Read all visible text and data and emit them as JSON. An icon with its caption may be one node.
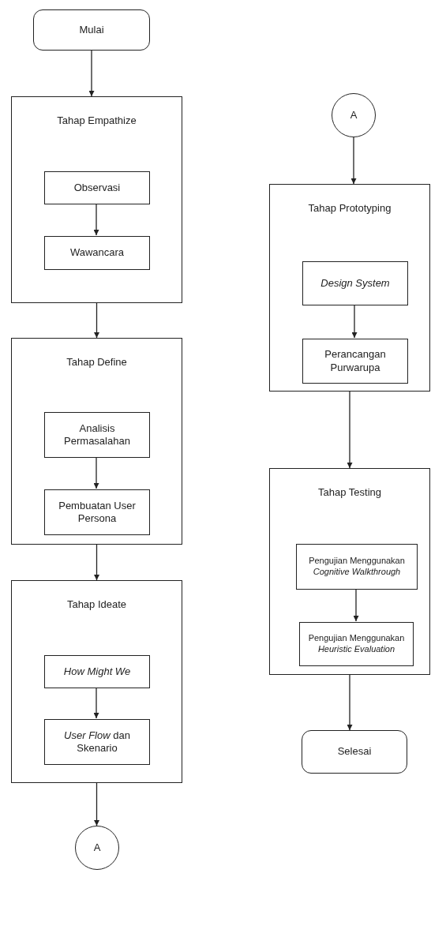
{
  "diagram": {
    "nodes": [
      {
        "text": [
          "Mulai"
        ]
      },
      {
        "text": [
          "Tahap Empathize"
        ]
      },
      {
        "text": [
          "Observasi"
        ],
        "in": 1
      },
      {
        "text": [
          "Wawancara"
        ],
        "in": 1
      },
      {
        "text": [
          "Tahap Define"
        ]
      },
      {
        "text": [
          "Analisis Permasalahan"
        ],
        "in": 4
      },
      {
        "text": [
          "Pembuatan User Persona"
        ],
        "in": 4
      },
      {
        "text": [
          "Tahap Ideate"
        ]
      },
      {
        "text": [
          "How Might We"
        ],
        "in": 7
      },
      {
        "text": [
          "*User Flow* dan Skenario"
        ],
        "in": 7
      },
      {
        "text": [
          "A"
        ]
      },
      {
        "text": [
          "A"
        ]
      },
      {
        "text": [
          "Tahap Prototyping"
        ]
      },
      {
        "text": [
          "Design System"
        ],
        "in": 12
      },
      {
        "text": [
          "Perancangan Purwarupa"
        ],
        "in": 12
      },
      {
        "text": [
          "Tahap Testing"
        ]
      },
      {
        "text": [
          "Pengujian Menggunakan *Cognitive Walkthrough*"
        ],
        "in": 15
      },
      {
        "text": [
          "Pengujian Menggunakan *Heuristic Evaluation*"
        ],
        "in": 15
      },
      {
        "text": [
          "Selesai"
        ]
      }
    ],
    "edges": [
      {
        "from": 0,
        "to": 1,
        "arrow": "to"
      },
      {
        "from": 2,
        "to": 3,
        "arrow": "to"
      },
      {
        "from": 1,
        "to": 4,
        "arrow": "to"
      },
      {
        "from": 5,
        "to": 6,
        "arrow": "to"
      },
      {
        "from": 4,
        "to": 7,
        "arrow": "to"
      },
      {
        "from": 8,
        "to": 9,
        "arrow": "to"
      },
      {
        "from": 7,
        "to": 10,
        "arrow": "to"
      },
      {
        "from": 11,
        "to": 12,
        "arrow": "to"
      },
      {
        "from": 13,
        "to": 14,
        "arrow": "to"
      },
      {
        "from": 12,
        "to": 15,
        "arrow": "to"
      },
      {
        "from": 16,
        "to": 17,
        "arrow": "to"
      },
      {
        "from": 15,
        "to": 18,
        "arrow": "to"
      }
    ]
  }
}
